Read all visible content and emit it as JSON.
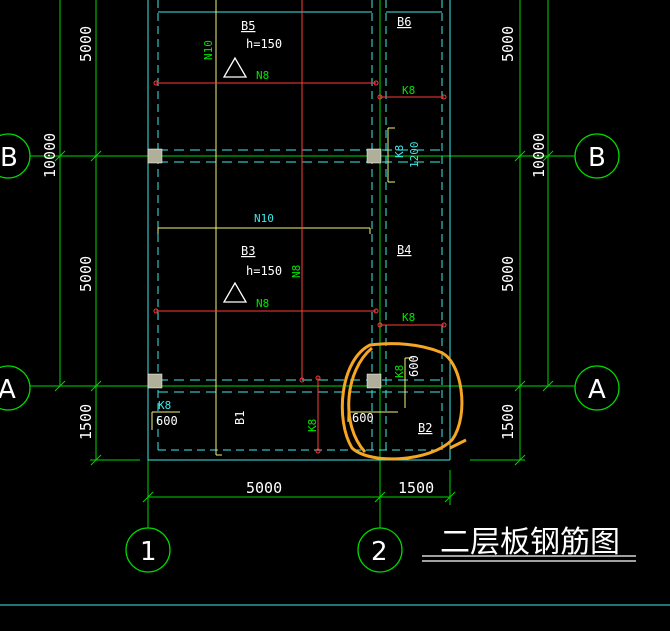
{
  "title": {
    "text": "二层板钢筋图"
  },
  "axes": {
    "a": "A",
    "b": "B",
    "one": "1",
    "two": "2"
  },
  "dims": {
    "left_top": "5000",
    "left_total": "10000",
    "left_mid": "5000",
    "left_bottom": "1500",
    "right_top": "5000",
    "right_total": "10000",
    "right_mid": "5000",
    "right_bottom": "1500",
    "bottom_left": "5000",
    "bottom_right": "1500"
  },
  "slabs": {
    "b5": "B5",
    "b6": "B6",
    "b3": "B3",
    "b4": "B4",
    "b1": "B1",
    "b2": "B2",
    "h150": "h=150"
  },
  "rebar": {
    "n10": "N10",
    "n8": "N8",
    "k8": "K8",
    "len1200": "1200",
    "len600": "600"
  },
  "colors": {
    "background": "#000000",
    "grid": "#00d600",
    "slab_edge": "#3ee8e8",
    "bottom_rebar": "#f5f57a",
    "top_rebar": "#ff3a3a",
    "highlight": "#f5a623"
  }
}
